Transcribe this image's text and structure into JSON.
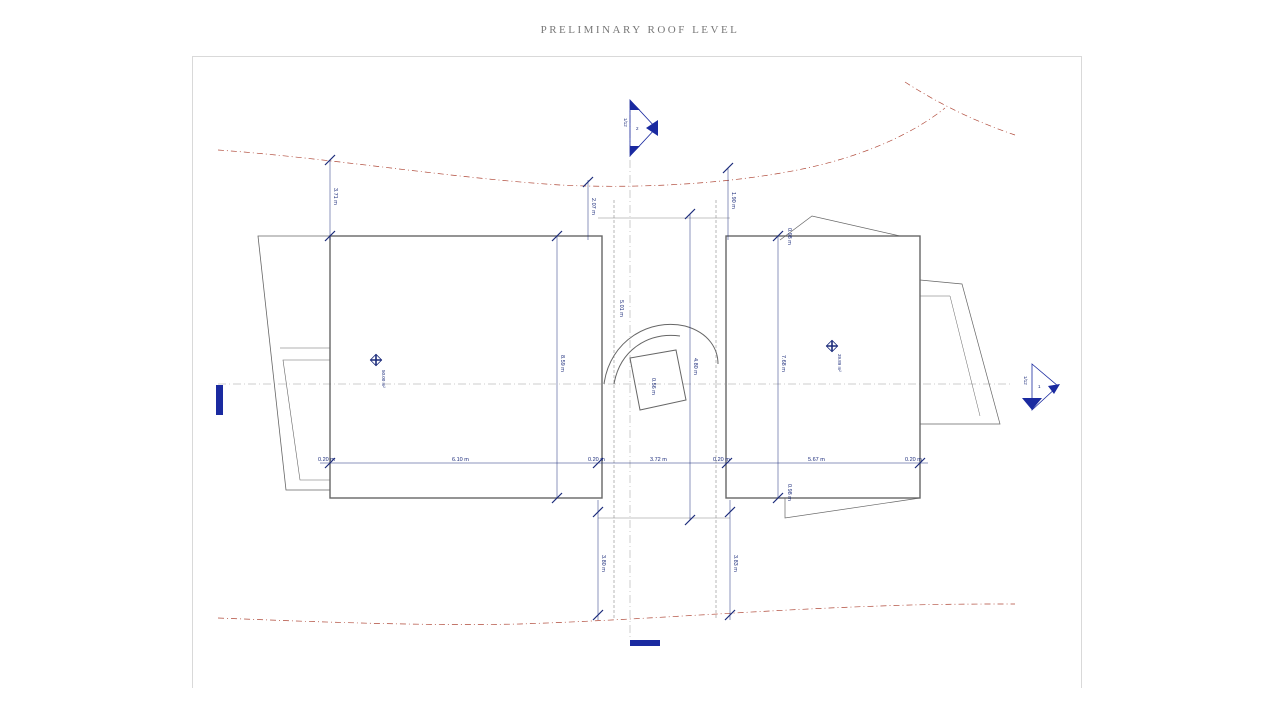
{
  "drawing": {
    "title": "PRELIMINARY ROOF LEVEL",
    "colors": {
      "wall": "#666666",
      "dimension": "#1a2a7a",
      "contour": "#b04a3a",
      "grid": "#999999",
      "marker": "#1a2aa0"
    },
    "dimensions": {
      "bottom_row": [
        "0.20 m",
        "6.10 m",
        "0.20 m",
        "3.72 m",
        "0.20 m",
        "5.67 m",
        "0.20 m"
      ],
      "top_left": "3.71 m",
      "top_mid": "2.07 m",
      "top_right": "1.90 m",
      "left_vertical": "8.59 m",
      "stair_left": "5.01 m",
      "stair_right": "4.80 m",
      "right_vertical": "7.68 m",
      "bottom_left": "3.80 m",
      "bottom_right": "3.83 m",
      "right_small_top": "0.98 m",
      "right_small_bottom": "0.98 m",
      "stair_inner": "0.56 m"
    },
    "areas": {
      "left_room": "50.00 m²",
      "right_room": "39.89 m²"
    },
    "section_marks": {
      "top": {
        "code": "1/12",
        "num": "2"
      },
      "right": {
        "code": "1/12",
        "num": "1"
      }
    },
    "icons": {
      "north": "section-arrow-icon",
      "spot": "spot-elevation-icon"
    }
  }
}
